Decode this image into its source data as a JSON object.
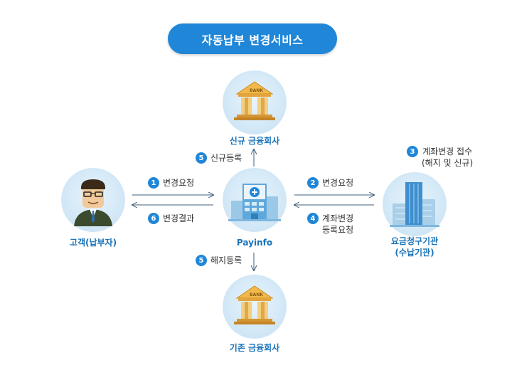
{
  "title": "자동납부 변경서비스",
  "nodes": {
    "new_bank": {
      "label": "신규 금융회사",
      "sign": "BANK"
    },
    "old_bank": {
      "label": "기존 금융회사",
      "sign": "BANK"
    },
    "customer": {
      "label": "고객(납부자)"
    },
    "payinfo": {
      "label": "Payinfo"
    },
    "biller": {
      "label_line1": "요금청구기관",
      "label_line2": "(수납기관)"
    }
  },
  "steps": {
    "s1": {
      "num": "1",
      "text": "변경요청"
    },
    "s6": {
      "num": "6",
      "text": "변경결과"
    },
    "s2": {
      "num": "2",
      "text": "변경요청"
    },
    "s4": {
      "num": "4",
      "line1": "계좌변경",
      "line2": "등록요청"
    },
    "s3": {
      "num": "3",
      "line1": "계좌변경 접수",
      "line2": "(해지 및 신규)"
    },
    "s5_new": {
      "num": "5",
      "text": "신규등록"
    },
    "s5_old": {
      "num": "5",
      "text": "해지등록"
    }
  },
  "colors": {
    "accent": "#1f86d8",
    "label": "#1a73b8",
    "arrow": "#3f5d78",
    "circle_bg": "#cfe6f6"
  }
}
